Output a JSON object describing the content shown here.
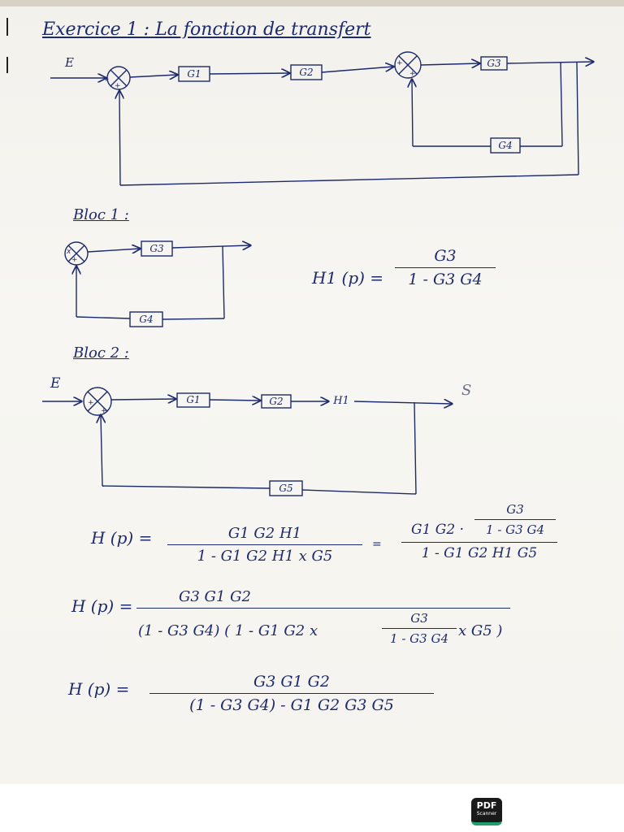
{
  "title": "Exercice 1 : La fonction de transfert",
  "diagram_main": {
    "input": "E",
    "blocks": [
      "G1",
      "G2",
      "G3",
      "G4"
    ]
  },
  "bloc1": {
    "heading": "Bloc 1 :",
    "blocks": [
      "G3",
      "G4"
    ],
    "equation": {
      "lhs": "H1 (p) =",
      "num": "G3",
      "den": "1 - G3 G4"
    }
  },
  "bloc2": {
    "heading": "Bloc 2 :",
    "input": "E",
    "output": "S",
    "blocks": [
      "G1",
      "G2",
      "H1",
      "G5"
    ]
  },
  "equations": [
    {
      "lhs": "H (p) =",
      "num": "G1 G2 H1",
      "den": "1 - G1 G2 H1 x G5",
      "eq": "=",
      "rhs_num_prefix": "G1 G2 ·",
      "rhs_num_frac_num": "G3",
      "rhs_num_frac_den": "1 - G3 G4",
      "rhs_den": "1 - G1 G2 H1 G5"
    },
    {
      "lhs": "H (p) =",
      "num": "G3 G1 G2",
      "den_prefix": "(1 - G3 G4) ( 1 - G1 G2 x",
      "den_frac_num": "G3",
      "den_frac_den": "1 - G3 G4",
      "den_suffix": "x G5 )"
    },
    {
      "lhs": "H (p) =",
      "num": "G3 G1 G2",
      "den": "(1 - G3 G4) - G1 G2 G3 G5"
    }
  ],
  "badge": {
    "line1": "PDF",
    "line2": "Scanner"
  }
}
